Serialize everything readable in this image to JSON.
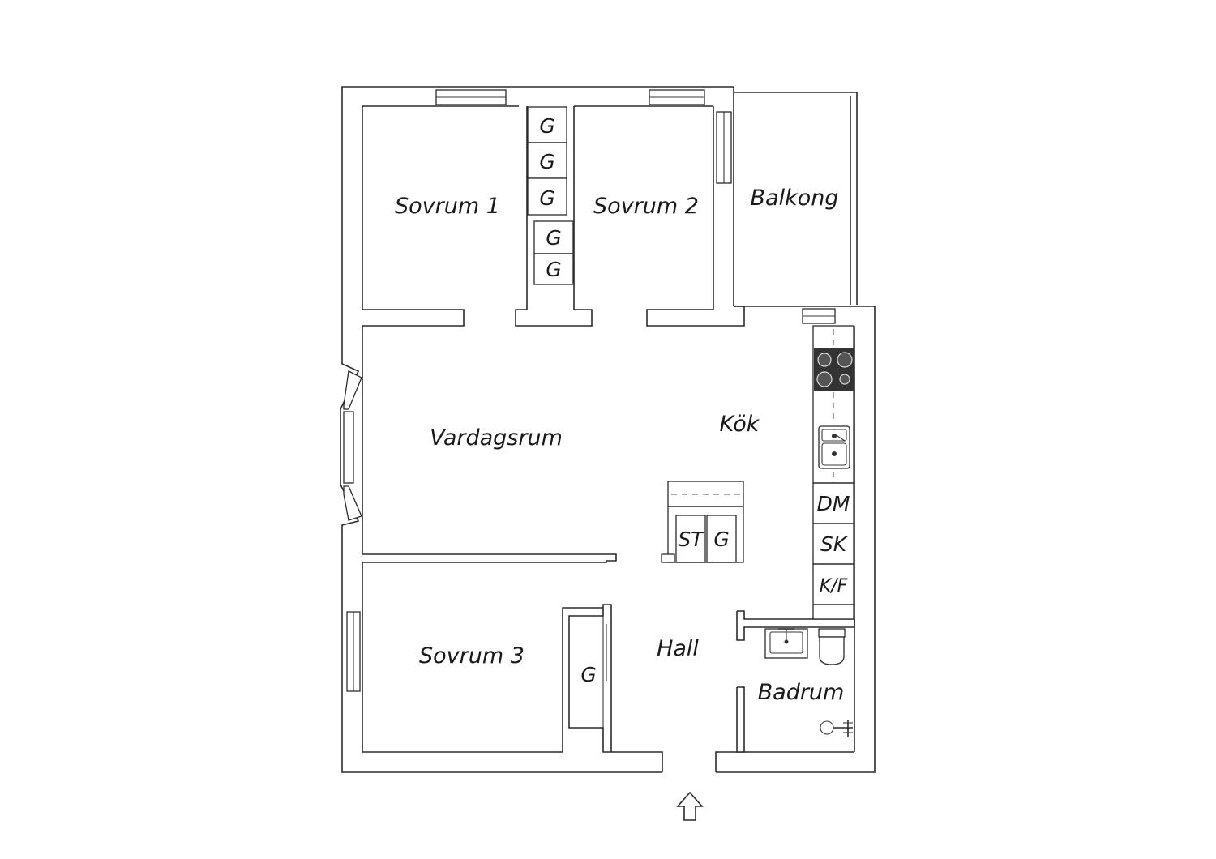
{
  "rooms": {
    "sovrum1": "Sovrum 1",
    "sovrum2": "Sovrum 2",
    "balkong": "Balkong",
    "vardagsrum": "Vardagsrum",
    "kok": "Kök",
    "sovrum3": "Sovrum 3",
    "hall": "Hall",
    "badrum": "Badrum"
  },
  "fixtures": {
    "garderob": "G",
    "stad": "ST",
    "diskmaskin": "DM",
    "skap": "SK",
    "kyl_frys": "K/F"
  },
  "icons": {
    "entrance": "up-arrow-icon",
    "stove": "stove-icon",
    "sink": "kitchen-sink-icon",
    "washbasin": "washbasin-icon",
    "toilet": "toilet-icon",
    "shower": "shower-icon"
  },
  "colors": {
    "line": "#2b2b2b",
    "background": "#ffffff",
    "stove": "#333333"
  }
}
